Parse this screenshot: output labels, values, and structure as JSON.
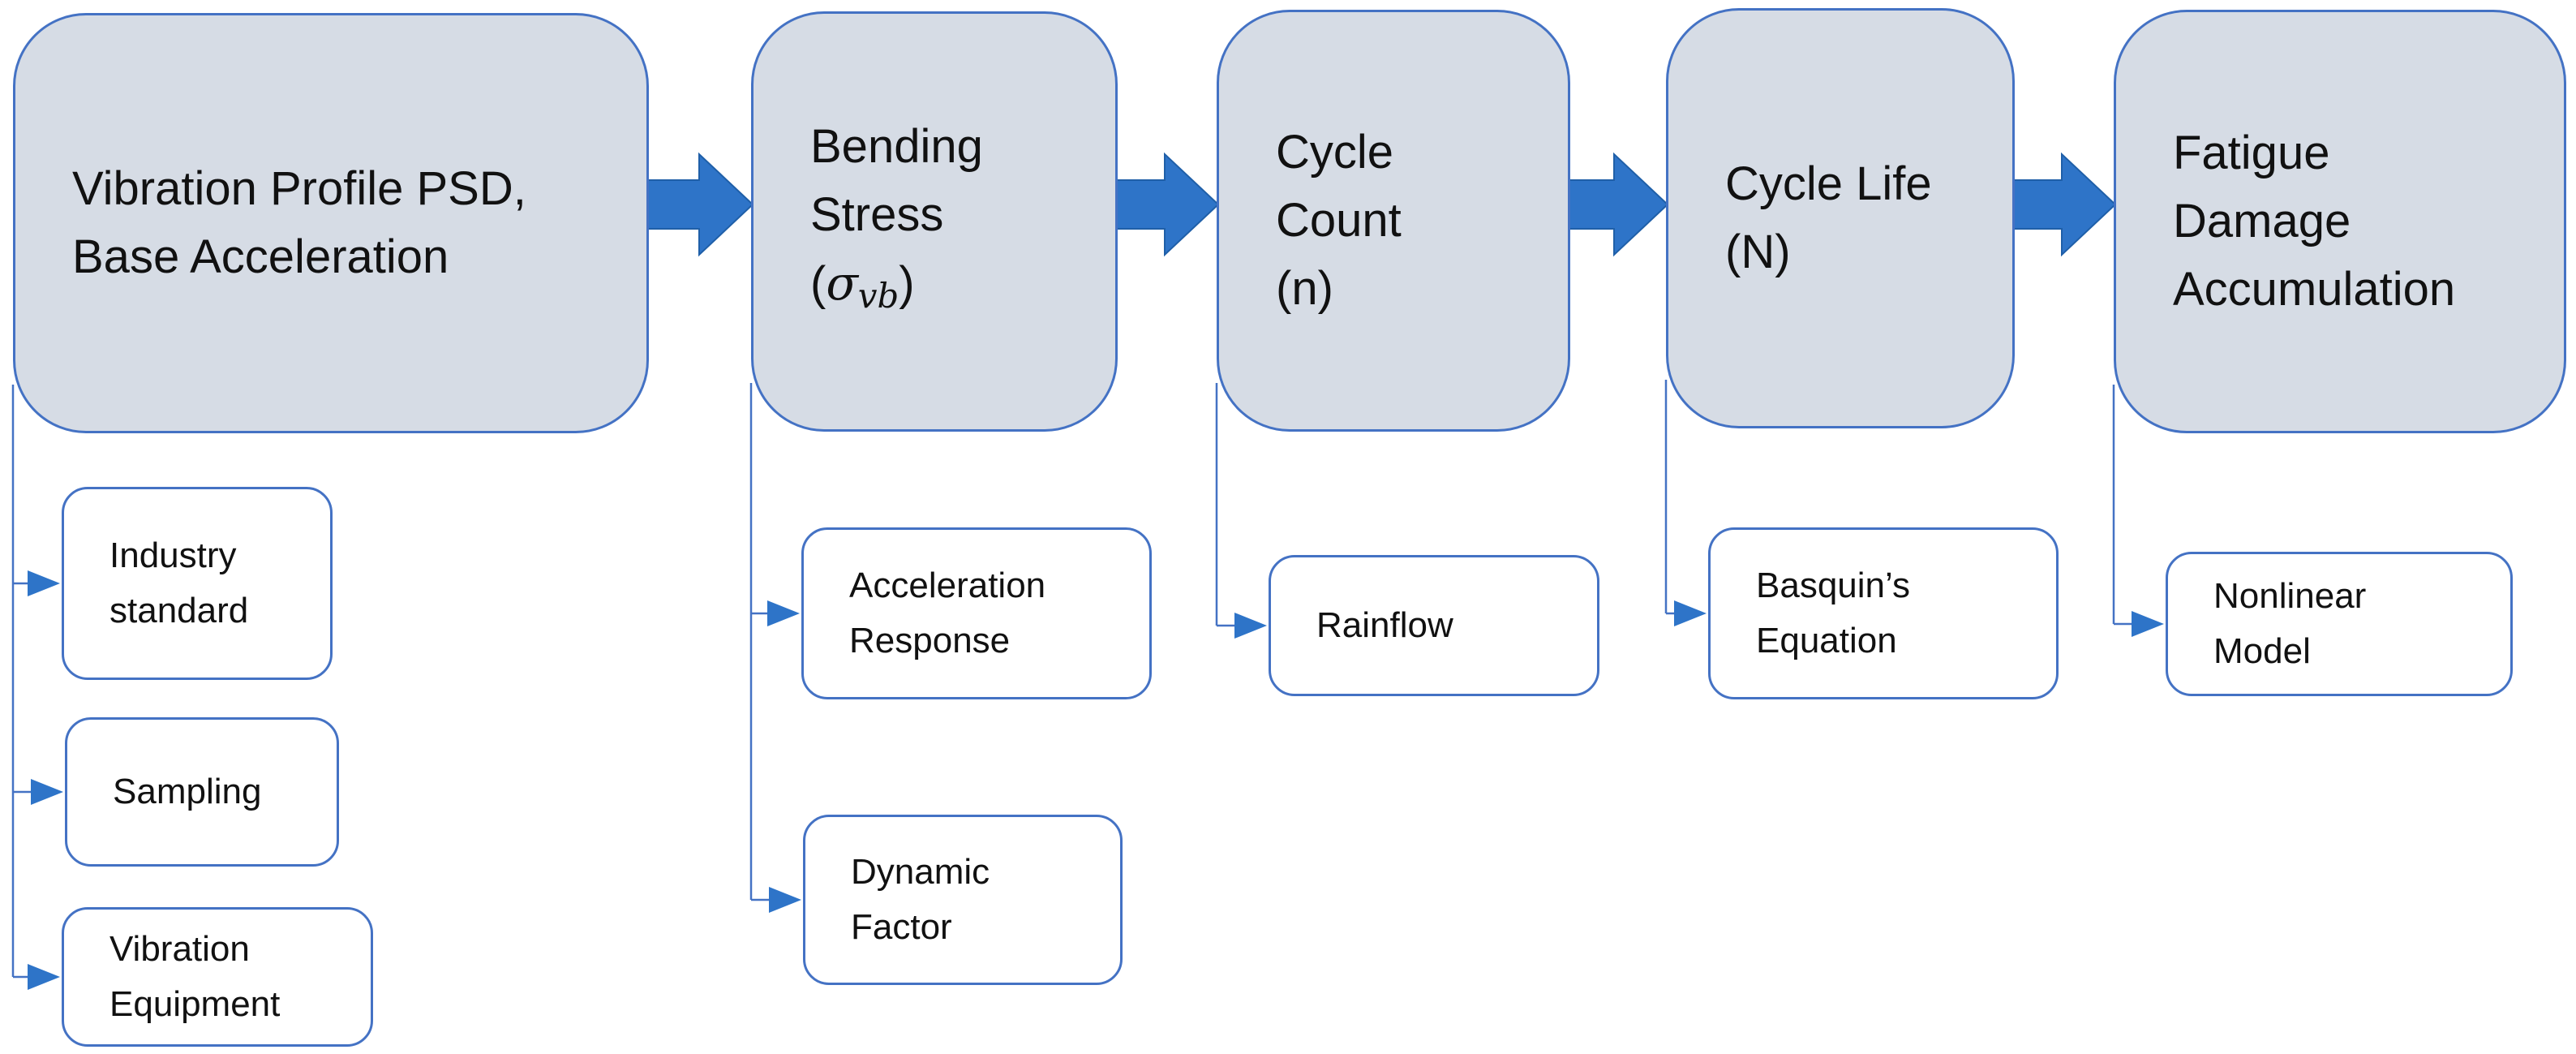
{
  "colors": {
    "main_fill": "#d6dce5",
    "border": "#4472c4",
    "arrow": "#2e74c8",
    "connector": "#4472c4"
  },
  "stages": [
    {
      "lines": [
        "Vibration Profile PSD,",
        "Base Acceleration"
      ]
    },
    {
      "lines": [
        "Bending",
        "Stress"
      ],
      "symbol": {
        "open": "(",
        "base": "σ",
        "sub": "vb",
        "close": ")"
      }
    },
    {
      "lines": [
        "Cycle",
        "Count",
        "(n)"
      ]
    },
    {
      "lines": [
        "Cycle Life",
        "(N)"
      ]
    },
    {
      "lines": [
        "Fatigue",
        "Damage",
        "Accumulation"
      ]
    }
  ],
  "methods": [
    {
      "stage": 0,
      "lines": [
        "Industry",
        "standard"
      ]
    },
    {
      "stage": 0,
      "lines": [
        "Sampling"
      ]
    },
    {
      "stage": 0,
      "lines": [
        "Vibration",
        "Equipment"
      ]
    },
    {
      "stage": 1,
      "lines": [
        "Acceleration",
        "Response"
      ]
    },
    {
      "stage": 1,
      "lines": [
        "Dynamic",
        "Factor"
      ]
    },
    {
      "stage": 2,
      "lines": [
        "Rainflow"
      ]
    },
    {
      "stage": 3,
      "lines": [
        "Basquin’s",
        "Equation"
      ]
    },
    {
      "stage": 4,
      "lines": [
        "Nonlinear",
        "Model"
      ]
    }
  ]
}
